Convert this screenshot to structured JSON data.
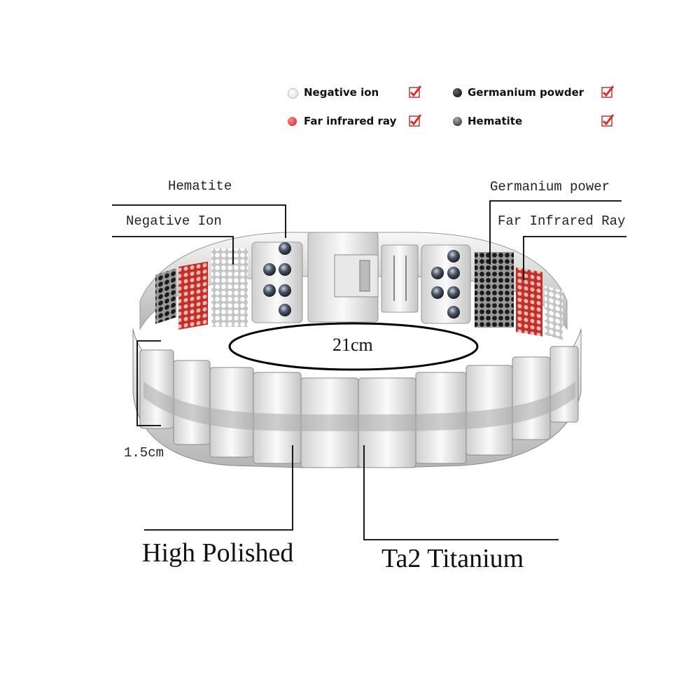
{
  "legend": {
    "items": [
      {
        "label": "Negative ion",
        "icon": "white-ball-icon",
        "color": "#f2f2f2"
      },
      {
        "label": "Germanium powder",
        "icon": "black-ball-icon",
        "color": "#111111"
      },
      {
        "label": "Far infrared ray",
        "icon": "red-ball-icon",
        "color": "#e53935"
      },
      {
        "label": "Hematite",
        "icon": "hematite-ball-icon",
        "color": "#333333"
      }
    ],
    "check_color": "#d32f2f"
  },
  "annotations": {
    "hematite": "Hematite",
    "negative_ion": "Negative Ion",
    "germanium": "Germanium power",
    "far_infrared": "Far Infrared Ray",
    "length": "21cm",
    "width": "1.5cm",
    "high_polished": "High Polished",
    "titanium": "Ta2 Titanium"
  }
}
